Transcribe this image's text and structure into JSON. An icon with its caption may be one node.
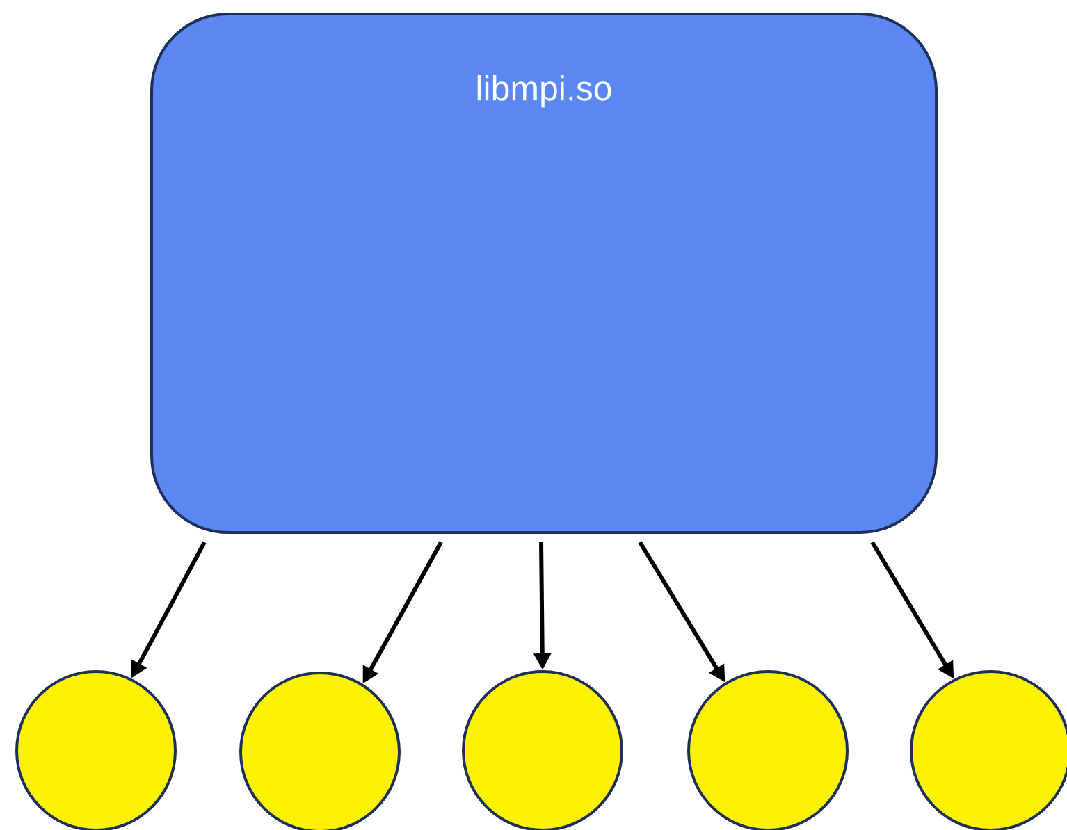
{
  "diagram": {
    "nodes": [
      {
        "text": [
          "libmpi.so"
        ]
      },
      {
        "text": [],
        "shape": "circle"
      },
      {
        "text": [],
        "shape": "circle"
      },
      {
        "text": [],
        "shape": "circle"
      },
      {
        "text": [],
        "shape": "circle"
      },
      {
        "text": [],
        "shape": "circle"
      }
    ],
    "edges": [
      {
        "from": 0,
        "to": 1,
        "arrow": "to"
      },
      {
        "from": 0,
        "to": 2,
        "arrow": "to"
      },
      {
        "from": 0,
        "to": 3,
        "arrow": "to"
      },
      {
        "from": 0,
        "to": 4,
        "arrow": "to"
      },
      {
        "from": 0,
        "to": 5,
        "arrow": "to"
      }
    ]
  }
}
